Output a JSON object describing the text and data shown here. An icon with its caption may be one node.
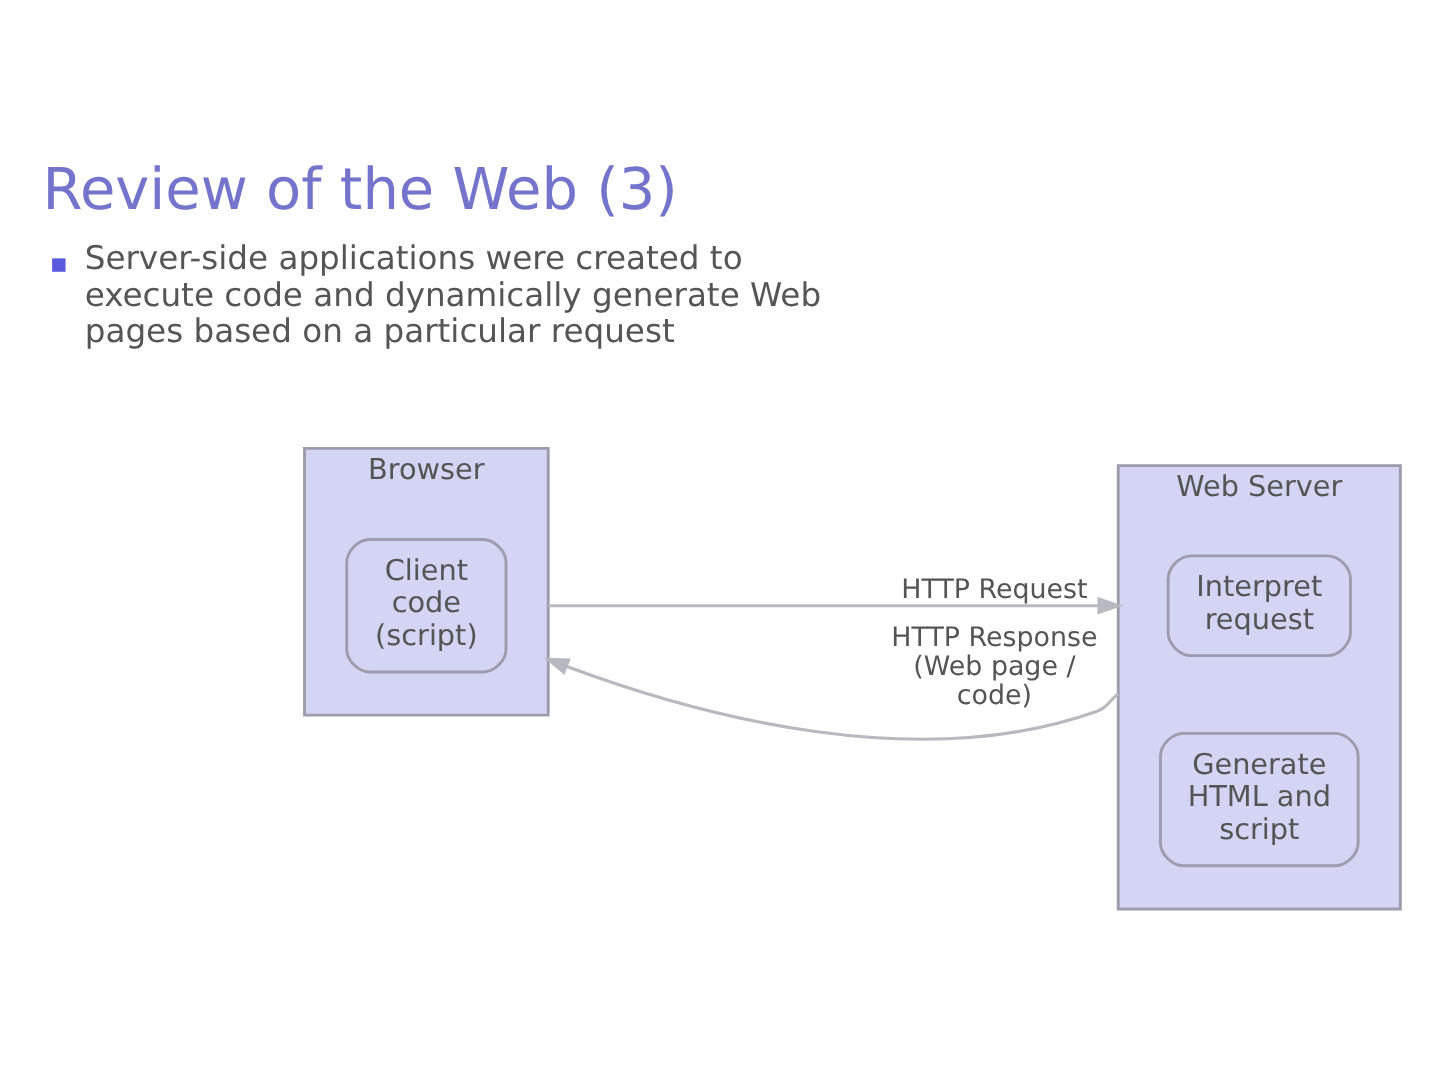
{
  "diagram": {
    "title": "Review of the Web (3)",
    "nodes": [
      {
        "text": [
          "Browser"
        ]
      },
      {
        "text": [
          "Client code (script)"
        ],
        "in": 0
      },
      {
        "text": [
          "Web Server"
        ]
      },
      {
        "text": [
          "Interpret request"
        ],
        "in": 2
      },
      {
        "text": [
          "Generate HTML and script"
        ],
        "in": 2
      }
    ],
    "edges": [
      {
        "from": 0,
        "to": 2,
        "arrow": "to",
        "label": "HTTP Request"
      },
      {
        "from": 2,
        "to": 0,
        "arrow": "to",
        "label": "HTTP Response (Web page / code)"
      }
    ],
    "labels": [
      "Server-side applications were created to execute code and dynamically generate Web pages based on a particular request"
    ]
  }
}
